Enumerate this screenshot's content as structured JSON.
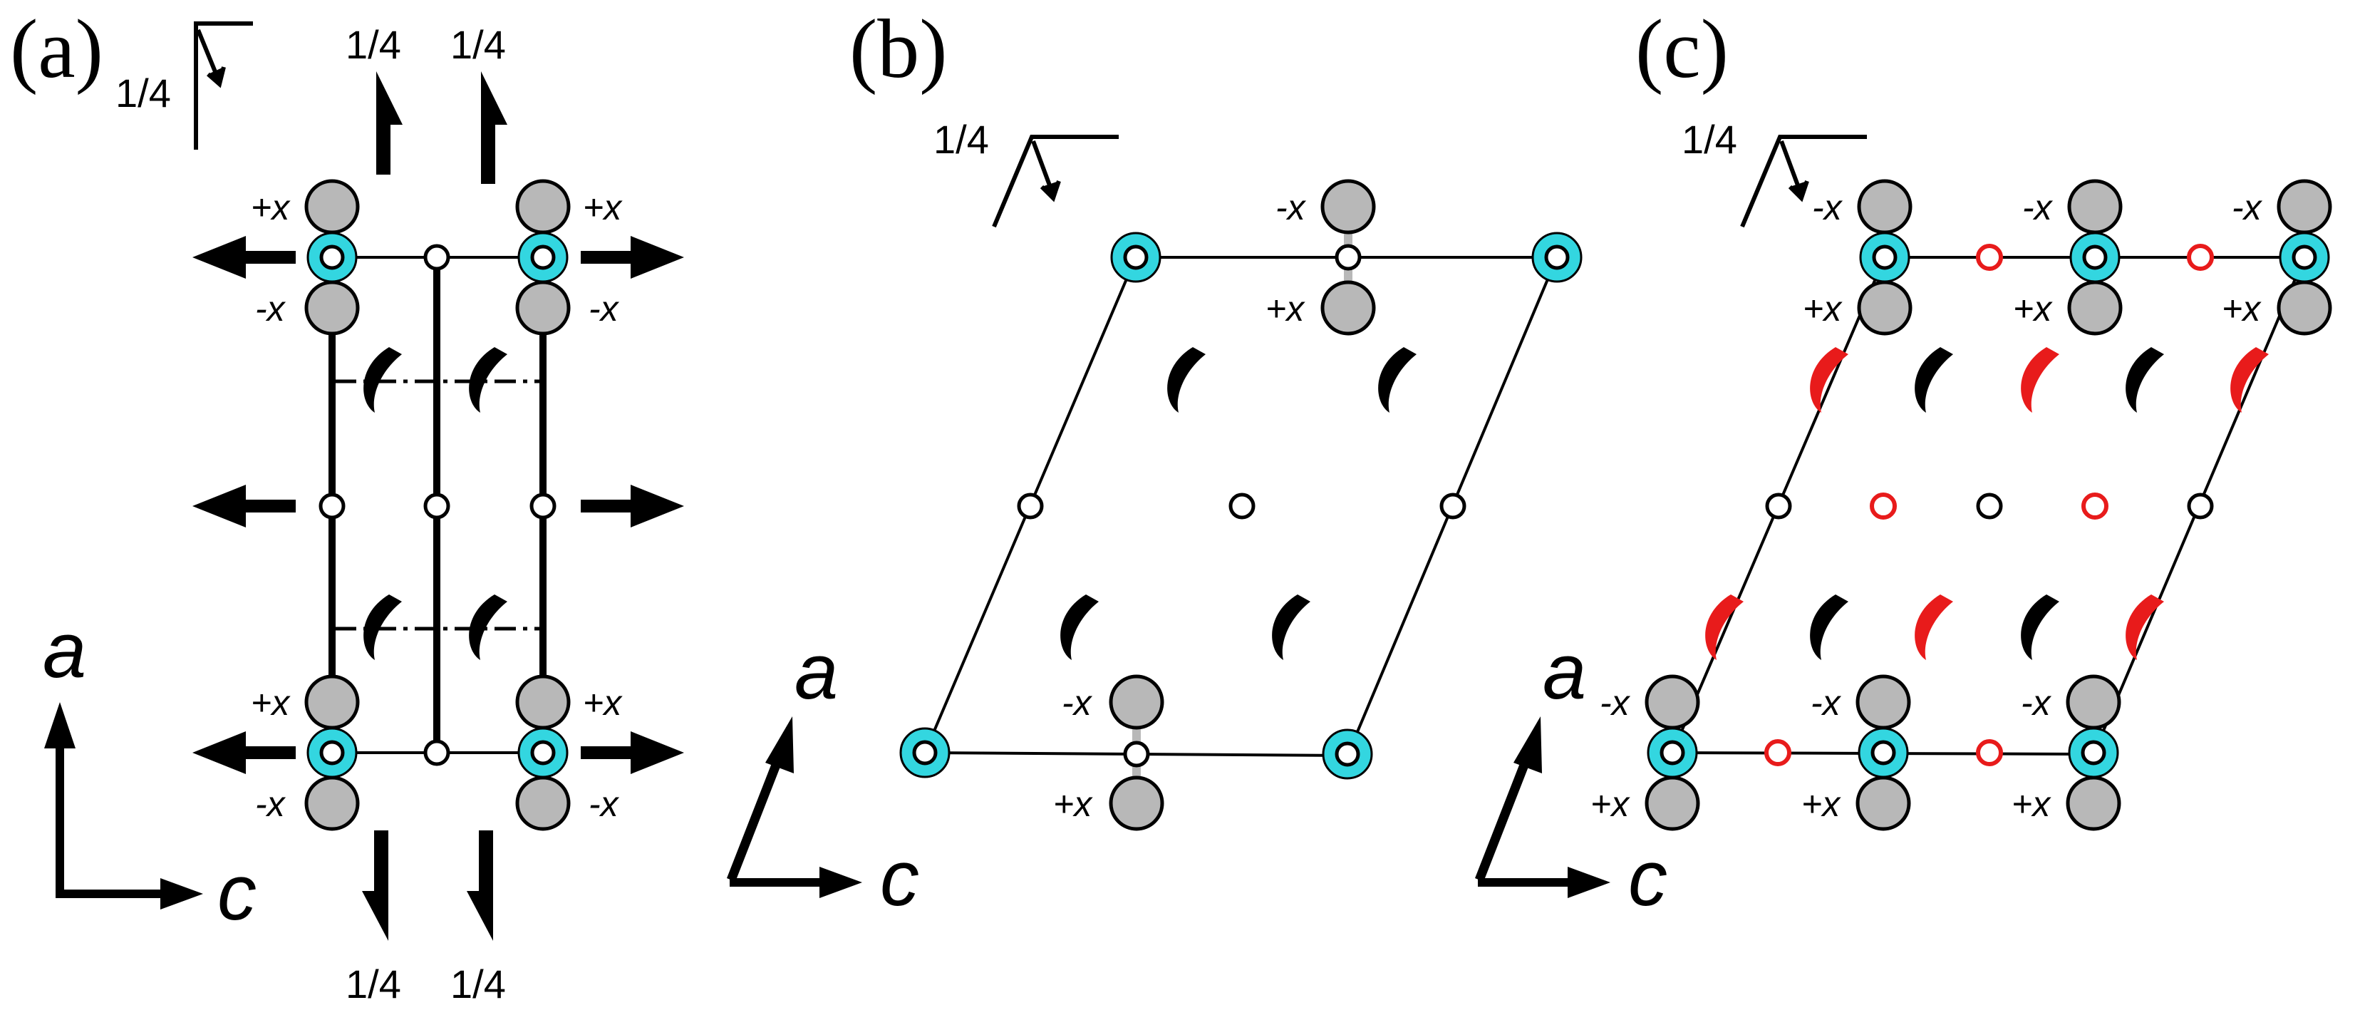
{
  "panels": {
    "a": {
      "label": "(a)",
      "quarter": "1/4"
    },
    "b": {
      "label": "(b)",
      "quarter": "1/4"
    },
    "c": {
      "label": "(c)",
      "quarter": "1/4"
    }
  },
  "axes": {
    "a": "a",
    "c": "c"
  },
  "atom_labels": {
    "plus": "+x",
    "minus": "-x"
  },
  "colors": {
    "cyan": "#33d6e0",
    "gray": "#b8b8b8",
    "red": "#e81b1b",
    "black": "#000000"
  },
  "symbols": {
    "inversion_center": "small-open-circle",
    "two_fold_screw": "half-arrow",
    "glide_plane": "dash-dot-line",
    "screw_axis": "lens"
  }
}
